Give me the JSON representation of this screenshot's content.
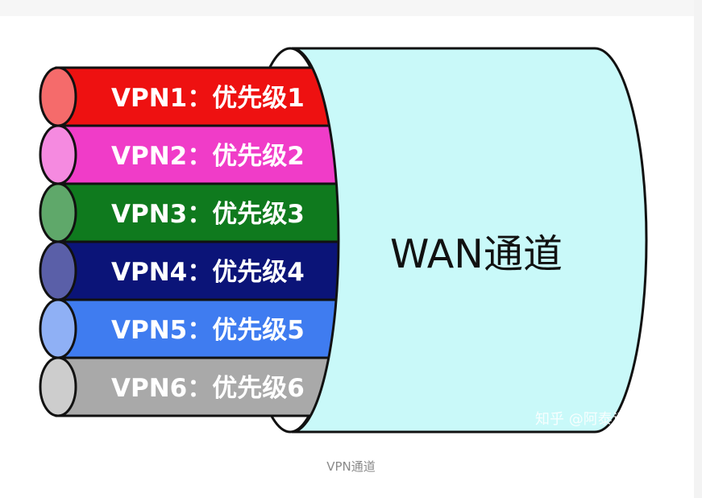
{
  "cables": [
    {
      "label": "VPN1：优先级1",
      "color": "#ee1111",
      "end_color": "#f56b6b"
    },
    {
      "label": "VPN2：优先级2",
      "color": "#f03cc8",
      "end_color": "#f58ae0"
    },
    {
      "label": "VPN3：优先级3",
      "color": "#0f7a1e",
      "end_color": "#5fa86a"
    },
    {
      "label": "VPN4：优先级4",
      "color": "#0b1478",
      "end_color": "#5a5fa8"
    },
    {
      "label": "VPN5：优先级5",
      "color": "#3f7cf0",
      "end_color": "#8fb0f5"
    },
    {
      "label": "VPN6：优先级6",
      "color": "#a9a9a9",
      "end_color": "#cdcdcd"
    }
  ],
  "wan_label": "WAN通道",
  "wan_color": "#c9f9f9",
  "watermark": "知乎 @阿泰话君",
  "caption": "VPN通道"
}
